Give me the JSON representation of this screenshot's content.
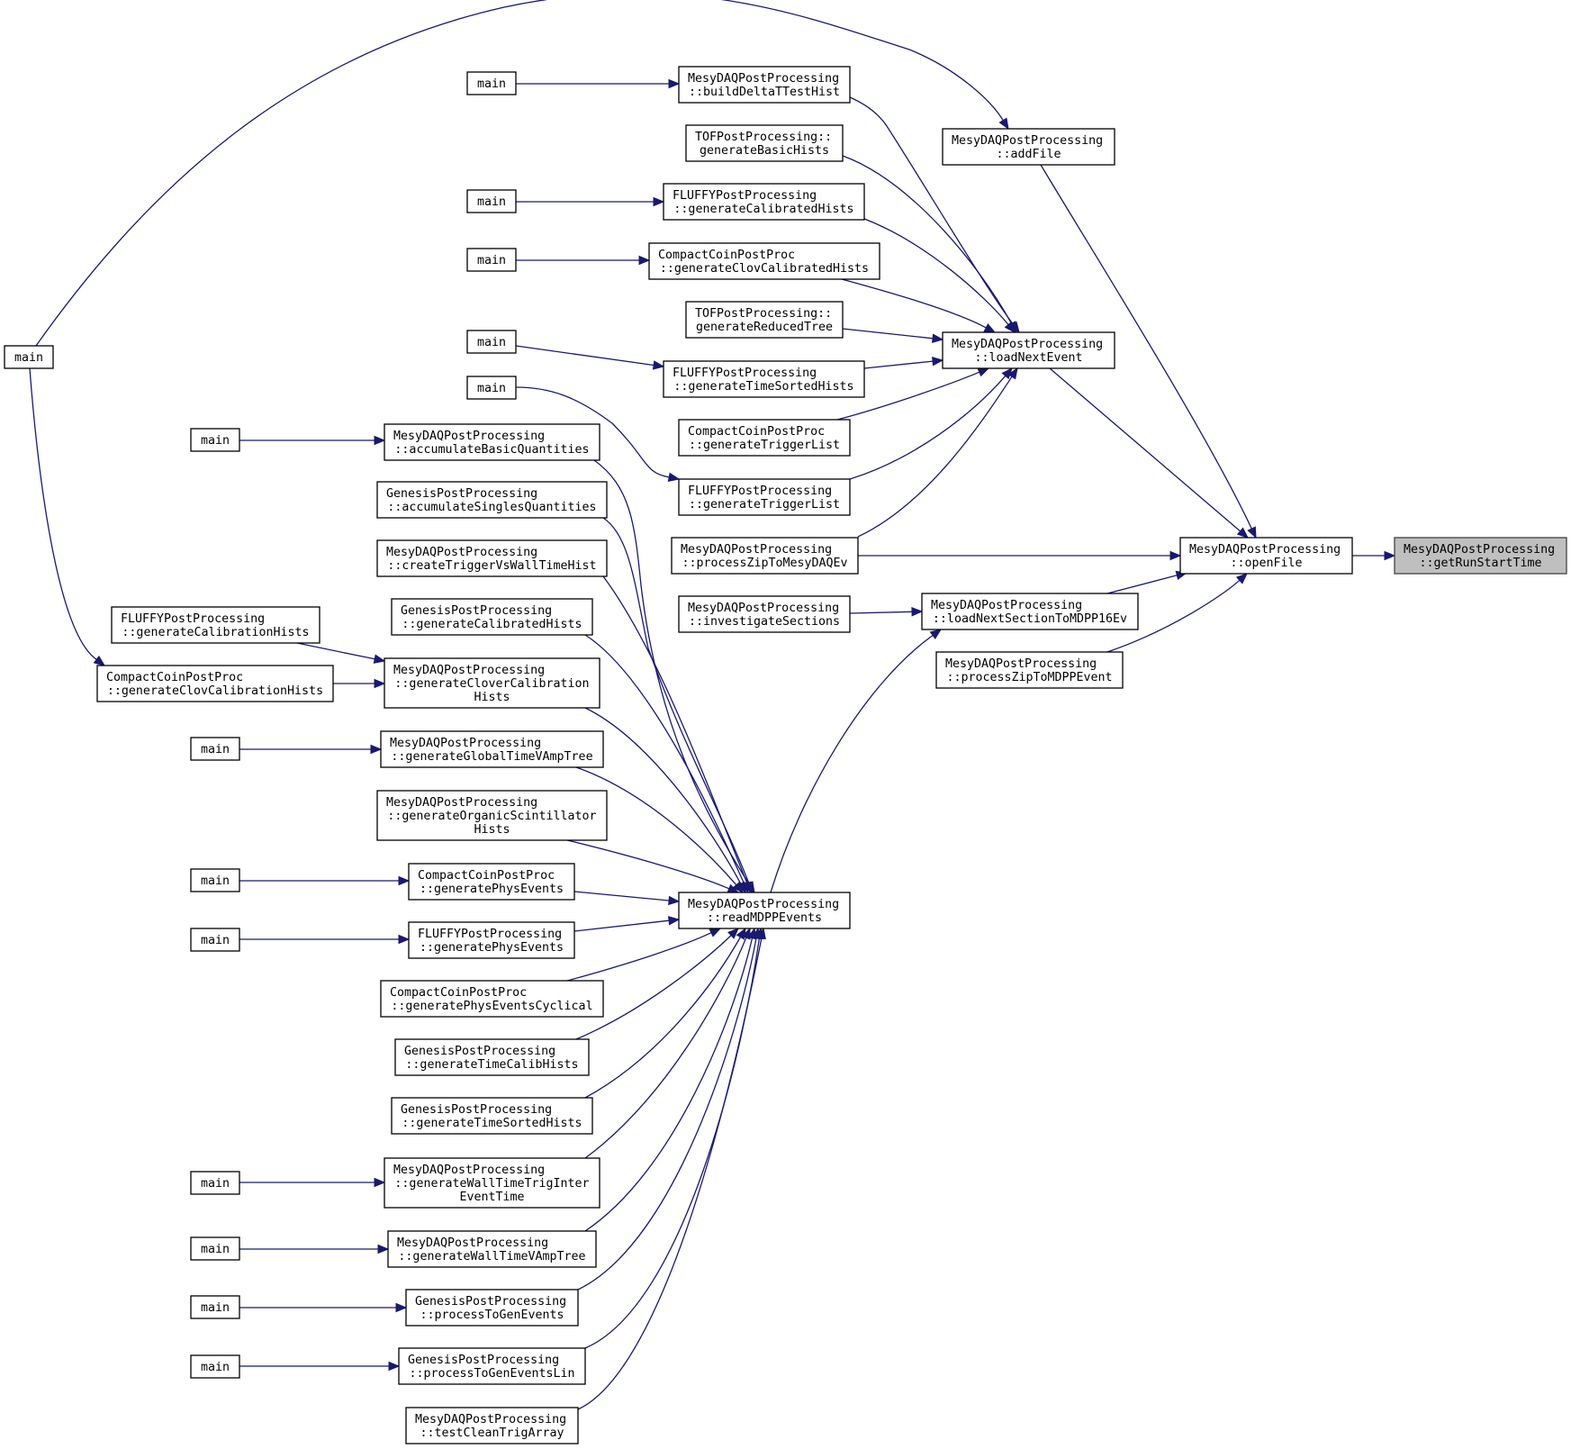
{
  "nodes": [
    {
      "id": "getRunStartTime",
      "lines": [
        "MesyDAQPostProcessing",
        "::getRunStartTime"
      ],
      "highlight": true
    },
    {
      "id": "openFile",
      "lines": [
        "MesyDAQPostProcessing",
        "::openFile"
      ]
    },
    {
      "id": "addFile",
      "lines": [
        "MesyDAQPostProcessing",
        "::addFile"
      ]
    },
    {
      "id": "loadNextEvent",
      "lines": [
        "MesyDAQPostProcessing",
        "::loadNextEvent"
      ]
    },
    {
      "id": "loadNextSection",
      "lines": [
        "MesyDAQPostProcessing",
        "::loadNextSectionToMDPP16Ev"
      ]
    },
    {
      "id": "processZipToMDPPEvent",
      "lines": [
        "MesyDAQPostProcessing",
        "::processZipToMDPPEvent"
      ]
    },
    {
      "id": "processZipToMesyDAQEv",
      "lines": [
        "MesyDAQPostProcessing",
        "::processZipToMesyDAQEv"
      ]
    },
    {
      "id": "investigateSections",
      "lines": [
        "MesyDAQPostProcessing",
        "::investigateSections"
      ]
    },
    {
      "id": "readMDPPEvents",
      "lines": [
        "MesyDAQPostProcessing",
        "::readMDPPEvents"
      ]
    },
    {
      "id": "buildDeltaTTestHist",
      "lines": [
        "MesyDAQPostProcessing",
        "::buildDeltaTTestHist"
      ]
    },
    {
      "id": "tofGenerateBasicHists",
      "lines": [
        "TOFPostProcessing::",
        "generateBasicHists"
      ]
    },
    {
      "id": "fluffyGenerateCalibratedHists",
      "lines": [
        "FLUFFYPostProcessing",
        "::generateCalibratedHists"
      ]
    },
    {
      "id": "ccGenerateClovCalibratedHists",
      "lines": [
        "CompactCoinPostProc",
        "::generateClovCalibratedHists"
      ]
    },
    {
      "id": "tofGenerateReducedTree",
      "lines": [
        "TOFPostProcessing::",
        "generateReducedTree"
      ]
    },
    {
      "id": "fluffyGenerateTimeSortedHists",
      "lines": [
        "FLUFFYPostProcessing",
        "::generateTimeSortedHists"
      ]
    },
    {
      "id": "ccGenerateTriggerList",
      "lines": [
        "CompactCoinPostProc",
        "::generateTriggerList"
      ]
    },
    {
      "id": "fluffyGenerateTriggerList",
      "lines": [
        "FLUFFYPostProcessing",
        "::generateTriggerList"
      ]
    },
    {
      "id": "accumulateBasicQuantities",
      "lines": [
        "MesyDAQPostProcessing",
        "::accumulateBasicQuantities"
      ]
    },
    {
      "id": "genesisAccumulateSingles",
      "lines": [
        "GenesisPostProcessing",
        "::accumulateSinglesQuantities"
      ]
    },
    {
      "id": "createTriggerVsWallTimeHist",
      "lines": [
        "MesyDAQPostProcessing",
        "::createTriggerVsWallTimeHist"
      ]
    },
    {
      "id": "genesisGenerateCalibratedHists",
      "lines": [
        "GenesisPostProcessing",
        "::generateCalibratedHists"
      ]
    },
    {
      "id": "fluffyGenerateCalibrationHists",
      "lines": [
        "FLUFFYPostProcessing",
        "::generateCalibrationHists"
      ]
    },
    {
      "id": "ccGenerateClovCalibrationHists",
      "lines": [
        "CompactCoinPostProc",
        "::generateClovCalibrationHists"
      ]
    },
    {
      "id": "generateCloverCalibrationHists",
      "lines": [
        "MesyDAQPostProcessing",
        "::generateCloverCalibration",
        "Hists"
      ]
    },
    {
      "id": "generateGlobalTimeVAmpTree",
      "lines": [
        "MesyDAQPostProcessing",
        "::generateGlobalTimeVAmpTree"
      ]
    },
    {
      "id": "generateOrganicScintillatorHists",
      "lines": [
        "MesyDAQPostProcessing",
        "::generateOrganicScintillator",
        "Hists"
      ]
    },
    {
      "id": "ccGeneratePhysEvents",
      "lines": [
        "CompactCoinPostProc",
        "::generatePhysEvents"
      ]
    },
    {
      "id": "fluffyGeneratePhysEvents",
      "lines": [
        "FLUFFYPostProcessing",
        "::generatePhysEvents"
      ]
    },
    {
      "id": "ccGeneratePhysEventsCyclical",
      "lines": [
        "CompactCoinPostProc",
        "::generatePhysEventsCyclical"
      ]
    },
    {
      "id": "genesisGenerateTimeCalibHists",
      "lines": [
        "GenesisPostProcessing",
        "::generateTimeCalibHists"
      ]
    },
    {
      "id": "genesisGenerateTimeSortedHists",
      "lines": [
        "GenesisPostProcessing",
        "::generateTimeSortedHists"
      ]
    },
    {
      "id": "generateWallTimeTrigInterEventTime",
      "lines": [
        "MesyDAQPostProcessing",
        "::generateWallTimeTrigInter",
        "EventTime"
      ]
    },
    {
      "id": "generateWallTimeVAmpTree",
      "lines": [
        "MesyDAQPostProcessing",
        "::generateWallTimeVAmpTree"
      ]
    },
    {
      "id": "genesisProcessToGenEvents",
      "lines": [
        "GenesisPostProcessing",
        "::processToGenEvents"
      ]
    },
    {
      "id": "genesisProcessToGenEventsLin",
      "lines": [
        "GenesisPostProcessing",
        "::processToGenEventsLin"
      ]
    },
    {
      "id": "testCleanTrigArray",
      "lines": [
        "MesyDAQPostProcessing",
        "::testCleanTrigArray"
      ]
    },
    {
      "id": "main_left",
      "lines": [
        "main"
      ]
    },
    {
      "id": "main_a",
      "lines": [
        "main"
      ]
    },
    {
      "id": "main_b",
      "lines": [
        "main"
      ]
    },
    {
      "id": "main_c",
      "lines": [
        "main"
      ]
    },
    {
      "id": "main_d",
      "lines": [
        "main"
      ]
    },
    {
      "id": "main_e",
      "lines": [
        "main"
      ]
    },
    {
      "id": "main_f",
      "lines": [
        "main"
      ]
    },
    {
      "id": "main_g",
      "lines": [
        "main"
      ]
    },
    {
      "id": "main_h",
      "lines": [
        "main"
      ]
    },
    {
      "id": "main_i",
      "lines": [
        "main"
      ]
    },
    {
      "id": "main_j",
      "lines": [
        "main"
      ]
    },
    {
      "id": "main_k",
      "lines": [
        "main"
      ]
    },
    {
      "id": "main_l",
      "lines": [
        "main"
      ]
    },
    {
      "id": "main_m",
      "lines": [
        "main"
      ]
    },
    {
      "id": "main_n",
      "lines": [
        "main"
      ]
    }
  ],
  "edges": [
    {
      "from": "openFile",
      "to": "getRunStartTime"
    },
    {
      "from": "addFile",
      "to": "openFile"
    },
    {
      "from": "loadNextEvent",
      "to": "openFile"
    },
    {
      "from": "processZipToMesyDAQEv",
      "to": "openFile"
    },
    {
      "from": "loadNextSection",
      "to": "openFile"
    },
    {
      "from": "processZipToMDPPEvent",
      "to": "openFile"
    },
    {
      "from": "main_left",
      "to": "addFile"
    },
    {
      "from": "buildDeltaTTestHist",
      "to": "loadNextEvent"
    },
    {
      "from": "tofGenerateBasicHists",
      "to": "loadNextEvent"
    },
    {
      "from": "fluffyGenerateCalibratedHists",
      "to": "loadNextEvent"
    },
    {
      "from": "ccGenerateClovCalibratedHists",
      "to": "loadNextEvent"
    },
    {
      "from": "tofGenerateReducedTree",
      "to": "loadNextEvent"
    },
    {
      "from": "fluffyGenerateTimeSortedHists",
      "to": "loadNextEvent"
    },
    {
      "from": "ccGenerateTriggerList",
      "to": "loadNextEvent"
    },
    {
      "from": "fluffyGenerateTriggerList",
      "to": "loadNextEvent"
    },
    {
      "from": "processZipToMesyDAQEv",
      "to": "loadNextEvent"
    },
    {
      "from": "investigateSections",
      "to": "loadNextSection"
    },
    {
      "from": "readMDPPEvents",
      "to": "loadNextSection"
    },
    {
      "from": "main_a",
      "to": "buildDeltaTTestHist"
    },
    {
      "from": "main_b",
      "to": "fluffyGenerateCalibratedHists"
    },
    {
      "from": "main_c",
      "to": "ccGenerateClovCalibratedHists"
    },
    {
      "from": "main_d",
      "to": "fluffyGenerateTimeSortedHists"
    },
    {
      "from": "main_e",
      "to": "fluffyGenerateTriggerList"
    },
    {
      "from": "main_left",
      "to": "ccGenerateClovCalibrationHists"
    },
    {
      "from": "main_f",
      "to": "accumulateBasicQuantities"
    },
    {
      "from": "fluffyGenerateCalibrationHists",
      "to": "generateCloverCalibrationHists"
    },
    {
      "from": "ccGenerateClovCalibrationHists",
      "to": "generateCloverCalibrationHists"
    },
    {
      "from": "main_g",
      "to": "generateGlobalTimeVAmpTree"
    },
    {
      "from": "main_h",
      "to": "ccGeneratePhysEvents"
    },
    {
      "from": "main_i",
      "to": "fluffyGeneratePhysEvents"
    },
    {
      "from": "main_j",
      "to": "generateWallTimeTrigInterEventTime"
    },
    {
      "from": "main_k",
      "to": "generateWallTimeVAmpTree"
    },
    {
      "from": "main_l",
      "to": "genesisProcessToGenEvents"
    },
    {
      "from": "main_m",
      "to": "genesisProcessToGenEventsLin"
    },
    {
      "from": "accumulateBasicQuantities",
      "to": "readMDPPEvents"
    },
    {
      "from": "genesisAccumulateSingles",
      "to": "readMDPPEvents"
    },
    {
      "from": "createTriggerVsWallTimeHist",
      "to": "readMDPPEvents"
    },
    {
      "from": "genesisGenerateCalibratedHists",
      "to": "readMDPPEvents"
    },
    {
      "from": "generateCloverCalibrationHists",
      "to": "readMDPPEvents"
    },
    {
      "from": "generateGlobalTimeVAmpTree",
      "to": "readMDPPEvents"
    },
    {
      "from": "generateOrganicScintillatorHists",
      "to": "readMDPPEvents"
    },
    {
      "from": "ccGeneratePhysEvents",
      "to": "readMDPPEvents"
    },
    {
      "from": "fluffyGeneratePhysEvents",
      "to": "readMDPPEvents"
    },
    {
      "from": "ccGeneratePhysEventsCyclical",
      "to": "readMDPPEvents"
    },
    {
      "from": "genesisGenerateTimeCalibHists",
      "to": "readMDPPEvents"
    },
    {
      "from": "genesisGenerateTimeSortedHists",
      "to": "readMDPPEvents"
    },
    {
      "from": "generateWallTimeTrigInterEventTime",
      "to": "readMDPPEvents"
    },
    {
      "from": "generateWallTimeVAmpTree",
      "to": "readMDPPEvents"
    },
    {
      "from": "genesisProcessToGenEvents",
      "to": "readMDPPEvents"
    },
    {
      "from": "genesisProcessToGenEventsLin",
      "to": "readMDPPEvents"
    },
    {
      "from": "testCleanTrigArray",
      "to": "readMDPPEvents"
    }
  ],
  "colors": {
    "edge": "#191970",
    "node_border": "#000000",
    "node_fill": "#ffffff",
    "highlight_fill": "#bfbfbf"
  }
}
